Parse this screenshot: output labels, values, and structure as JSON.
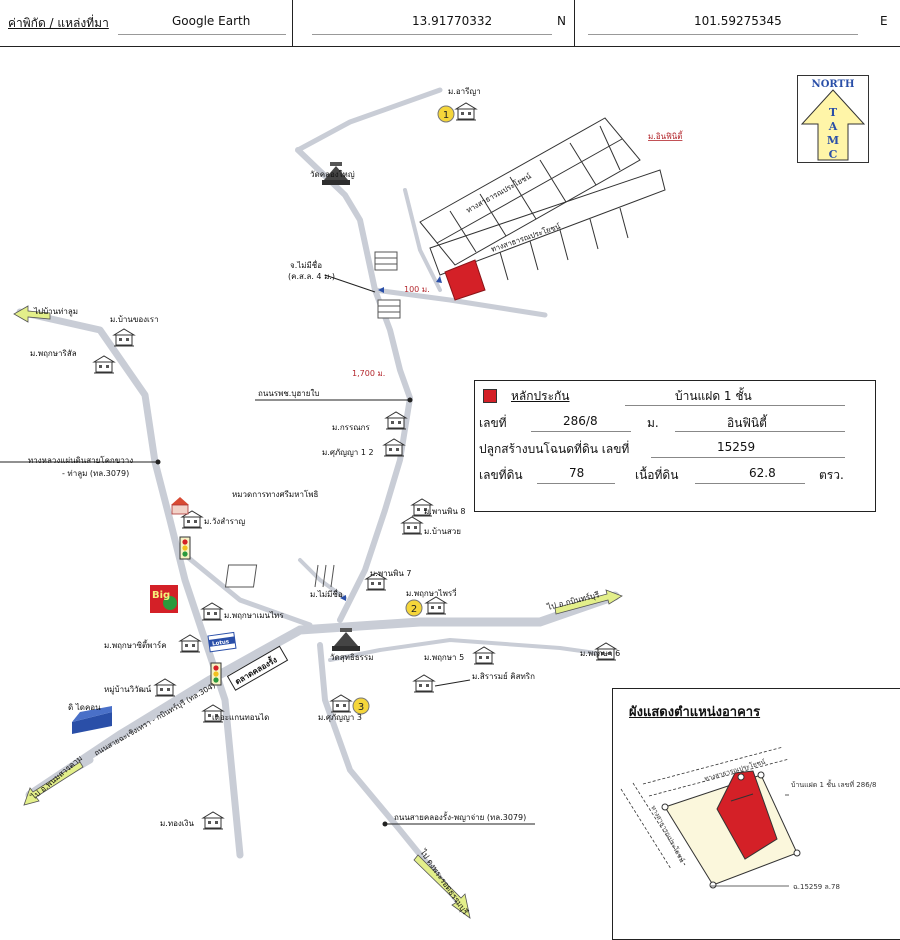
{
  "header": {
    "label": "ค่าพิกัด / แหล่งที่มา",
    "source": "Google Earth",
    "lat": "13.91770332",
    "lat_dir": "N",
    "lon": "101.59275345",
    "lon_dir": "E"
  },
  "compass": {
    "text": "NORTH",
    "letters": [
      "T",
      "A",
      "M",
      "C"
    ]
  },
  "colors": {
    "road": "#c9cdd6",
    "road_edge": "#b0b5c0",
    "collateral": "#d42027",
    "marker": "#f5d63a",
    "arrow": "#e3ef8a",
    "label_red": "#b3262c",
    "blue_arrow": "#2a4fa8"
  },
  "markers": [
    "1",
    "2",
    "3"
  ],
  "labels": {
    "m_areeya": "ม.อารีญา",
    "m_infinity": "ม.อินฟินิตี้",
    "wat_khlong_yai": "วัดคลองใหญ่",
    "public_road_1": "ทางสาธารณประโยชน์",
    "public_road_2": "ทางสาธารณประโยชน์",
    "junction_1": "จ.ไม่มีชื่อ",
    "junction_1_sub": "(ค.ส.ล. 4 ม.)",
    "dist_100": "100 ม.",
    "dist_1700": "1,700 ม.",
    "to_ban_tha_lum": "ไปบ้านท่าลูม",
    "m_ban_khong_rao": "ม.บ้านของเรา",
    "m_pruksa_ri": "ม.พฤกษาริสัล",
    "road_hospital": "ถนนรพช.บุฮายใบ",
    "m_kan_ya": "ม.กรรณกร",
    "m_suphanya_12": "ม.ศุภัญญา 1 2",
    "hwy_3079": "ทางหลวงแผ่นดินสายโคกขวาง",
    "hwy_3079_sub": "- ท่าลูม (ทล.3079)",
    "highway_dept": "หมวดการทางศรีมหาโพธิ",
    "m_phanphin_8": "ม.พานพิน 8",
    "m_ban_suay": "ม.บ้านสวย",
    "m_wang_samran": "ม.วังสำราญ",
    "m_phanphin_7": "ม.พานพิน 7",
    "m_no_name": "ม.ไม่มีชื่อ",
    "m_pruksa_prai": "ม.พฤกษาไพรวี่",
    "to_kabinburi": "ไป อ.กบินทร์บุรี",
    "m_pruksa_mantra": "ม.พฤกษาเมนไทร",
    "big_c": "Big",
    "lotus": "Lotus",
    "m_pruksa_6": "ม.พฤกษา 6",
    "wat_suthi": "วัดสุทธิธรรม",
    "m_pruksa_city": "ม.พฤกษาซิตี้พาร์ค",
    "m_pruksa_5": "ม.พฤกษา 5",
    "market": "ตลาดคลองรั้ง",
    "m_sirarom": "ม.สิรารมย์ คิสทริก",
    "m_village_wiwat": "หมู่บ้านวิวัฒน์",
    "home_pro": "ดิ ไดคอน",
    "road_304": "ถนนสายฉะเชิงเทรา - กบินทร์บุรี (ทล.304)",
    "the_green": "เดอะแกนทอนได",
    "m_suphanya_3": "ม.ศุภัญญา 3",
    "to_chachoengsao": "ไป อ.พนมสารคาม",
    "road_klong_rang": "ถนนสายคลองรั้ง-พญาจ่าย (ทล.3079)",
    "m_thong_ngern": "ม.ทองเงิน",
    "to_prachin": "ไป ดงพระรอดธรรมบุรี"
  },
  "info": {
    "title": "หลักประกัน",
    "type": "บ้านแฝด 1 ชั้น",
    "no_label": "เลขที่",
    "no_value": "286/8",
    "moo_label": "ม.",
    "moo_value": "อินฟินิตี้",
    "deed_label": "ปลูกสร้างบนโฉนดที่ดิน เลขที่",
    "deed_value": "15259",
    "land_label": "เลขที่ดิน",
    "land_value": "78",
    "area_label": "เนื้อที่ดิน",
    "area_value": "62.8",
    "area_unit": "ตรว."
  },
  "inset": {
    "title": "ผังแสดงตำแหน่งอาคาร",
    "road_top": "ทางสาธารณประโยชน์",
    "road_left": "ทางสาธารณประโยชน์",
    "house_label": "บ้านแฝด 1 ชั้น เลขที่ 286/8",
    "deed_label": "ฉ.15259 ล.78"
  }
}
